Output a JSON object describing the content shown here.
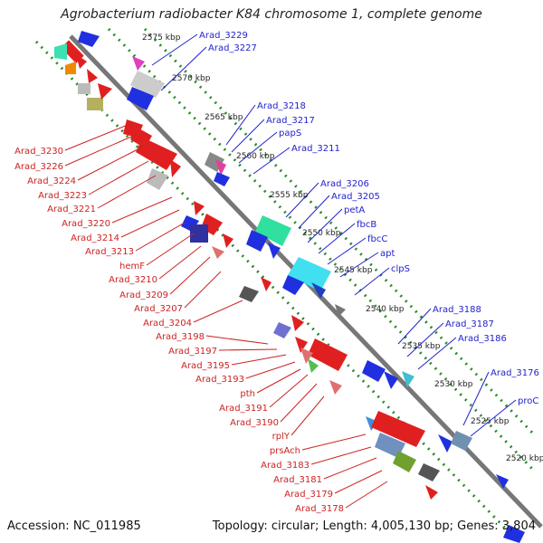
{
  "title": "Agrobacterium radiobacter K84 chromosome 1, complete genome",
  "accession": "Accession: NC_011985",
  "summary": "Topology: circular; Length: 4,005,130 bp; Genes: 3,804",
  "colors": {
    "forward_label": "#2222cc",
    "reverse_label": "#cc2222",
    "dotted_track": "#2a8a2a",
    "backbone": "#888888"
  },
  "kbp_ticks": [
    "2575 kbp",
    "2570 kbp",
    "2565 kbp",
    "2560 kbp",
    "2555 kbp",
    "2550 kbp",
    "2545 kbp",
    "2540 kbp",
    "2535 kbp",
    "2530 kbp",
    "2525 kbp",
    "2520 kbp"
  ],
  "forward_genes": [
    "Arad_3229",
    "Arad_3227",
    "Arad_3218",
    "Arad_3217",
    "papS",
    "Arad_3211",
    "Arad_3206",
    "Arad_3205",
    "petA",
    "fbcB",
    "fbcC",
    "apt",
    "clpS",
    "Arad_3188",
    "Arad_3187",
    "Arad_3186",
    "Arad_3176",
    "proC"
  ],
  "reverse_genes": [
    "Arad_3230",
    "Arad_3226",
    "Arad_3224",
    "Arad_3223",
    "Arad_3221",
    "Arad_3220",
    "Arad_3214",
    "Arad_3213",
    "hemF",
    "Arad_3210",
    "Arad_3209",
    "Arad_3207",
    "Arad_3204",
    "Arad_3198",
    "Arad_3197",
    "Arad_3195",
    "Arad_3193",
    "pth",
    "Arad_3191",
    "Arad_3190",
    "rplY",
    "prsAch",
    "Arad_3183",
    "Arad_3181",
    "Arad_3179",
    "Arad_3178"
  ]
}
